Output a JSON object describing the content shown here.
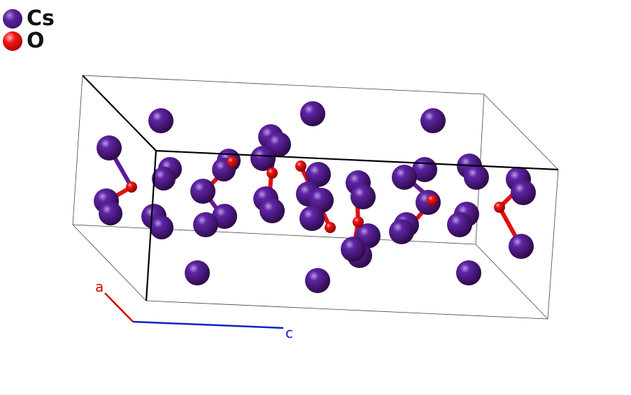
{
  "legend": {
    "items": [
      {
        "symbol": "Cs",
        "color": "#4b1685"
      },
      {
        "symbol": "O",
        "color": "#e00d0d"
      }
    ]
  },
  "axes": {
    "a": {
      "label": "a",
      "color": "#d40000"
    },
    "c": {
      "label": "c",
      "color": "#0a22c8"
    }
  },
  "colors": {
    "cs": "#4b1685",
    "o": "#e00d0d",
    "cell_edge": "#000000",
    "cell_edge_back": "#555555"
  }
}
